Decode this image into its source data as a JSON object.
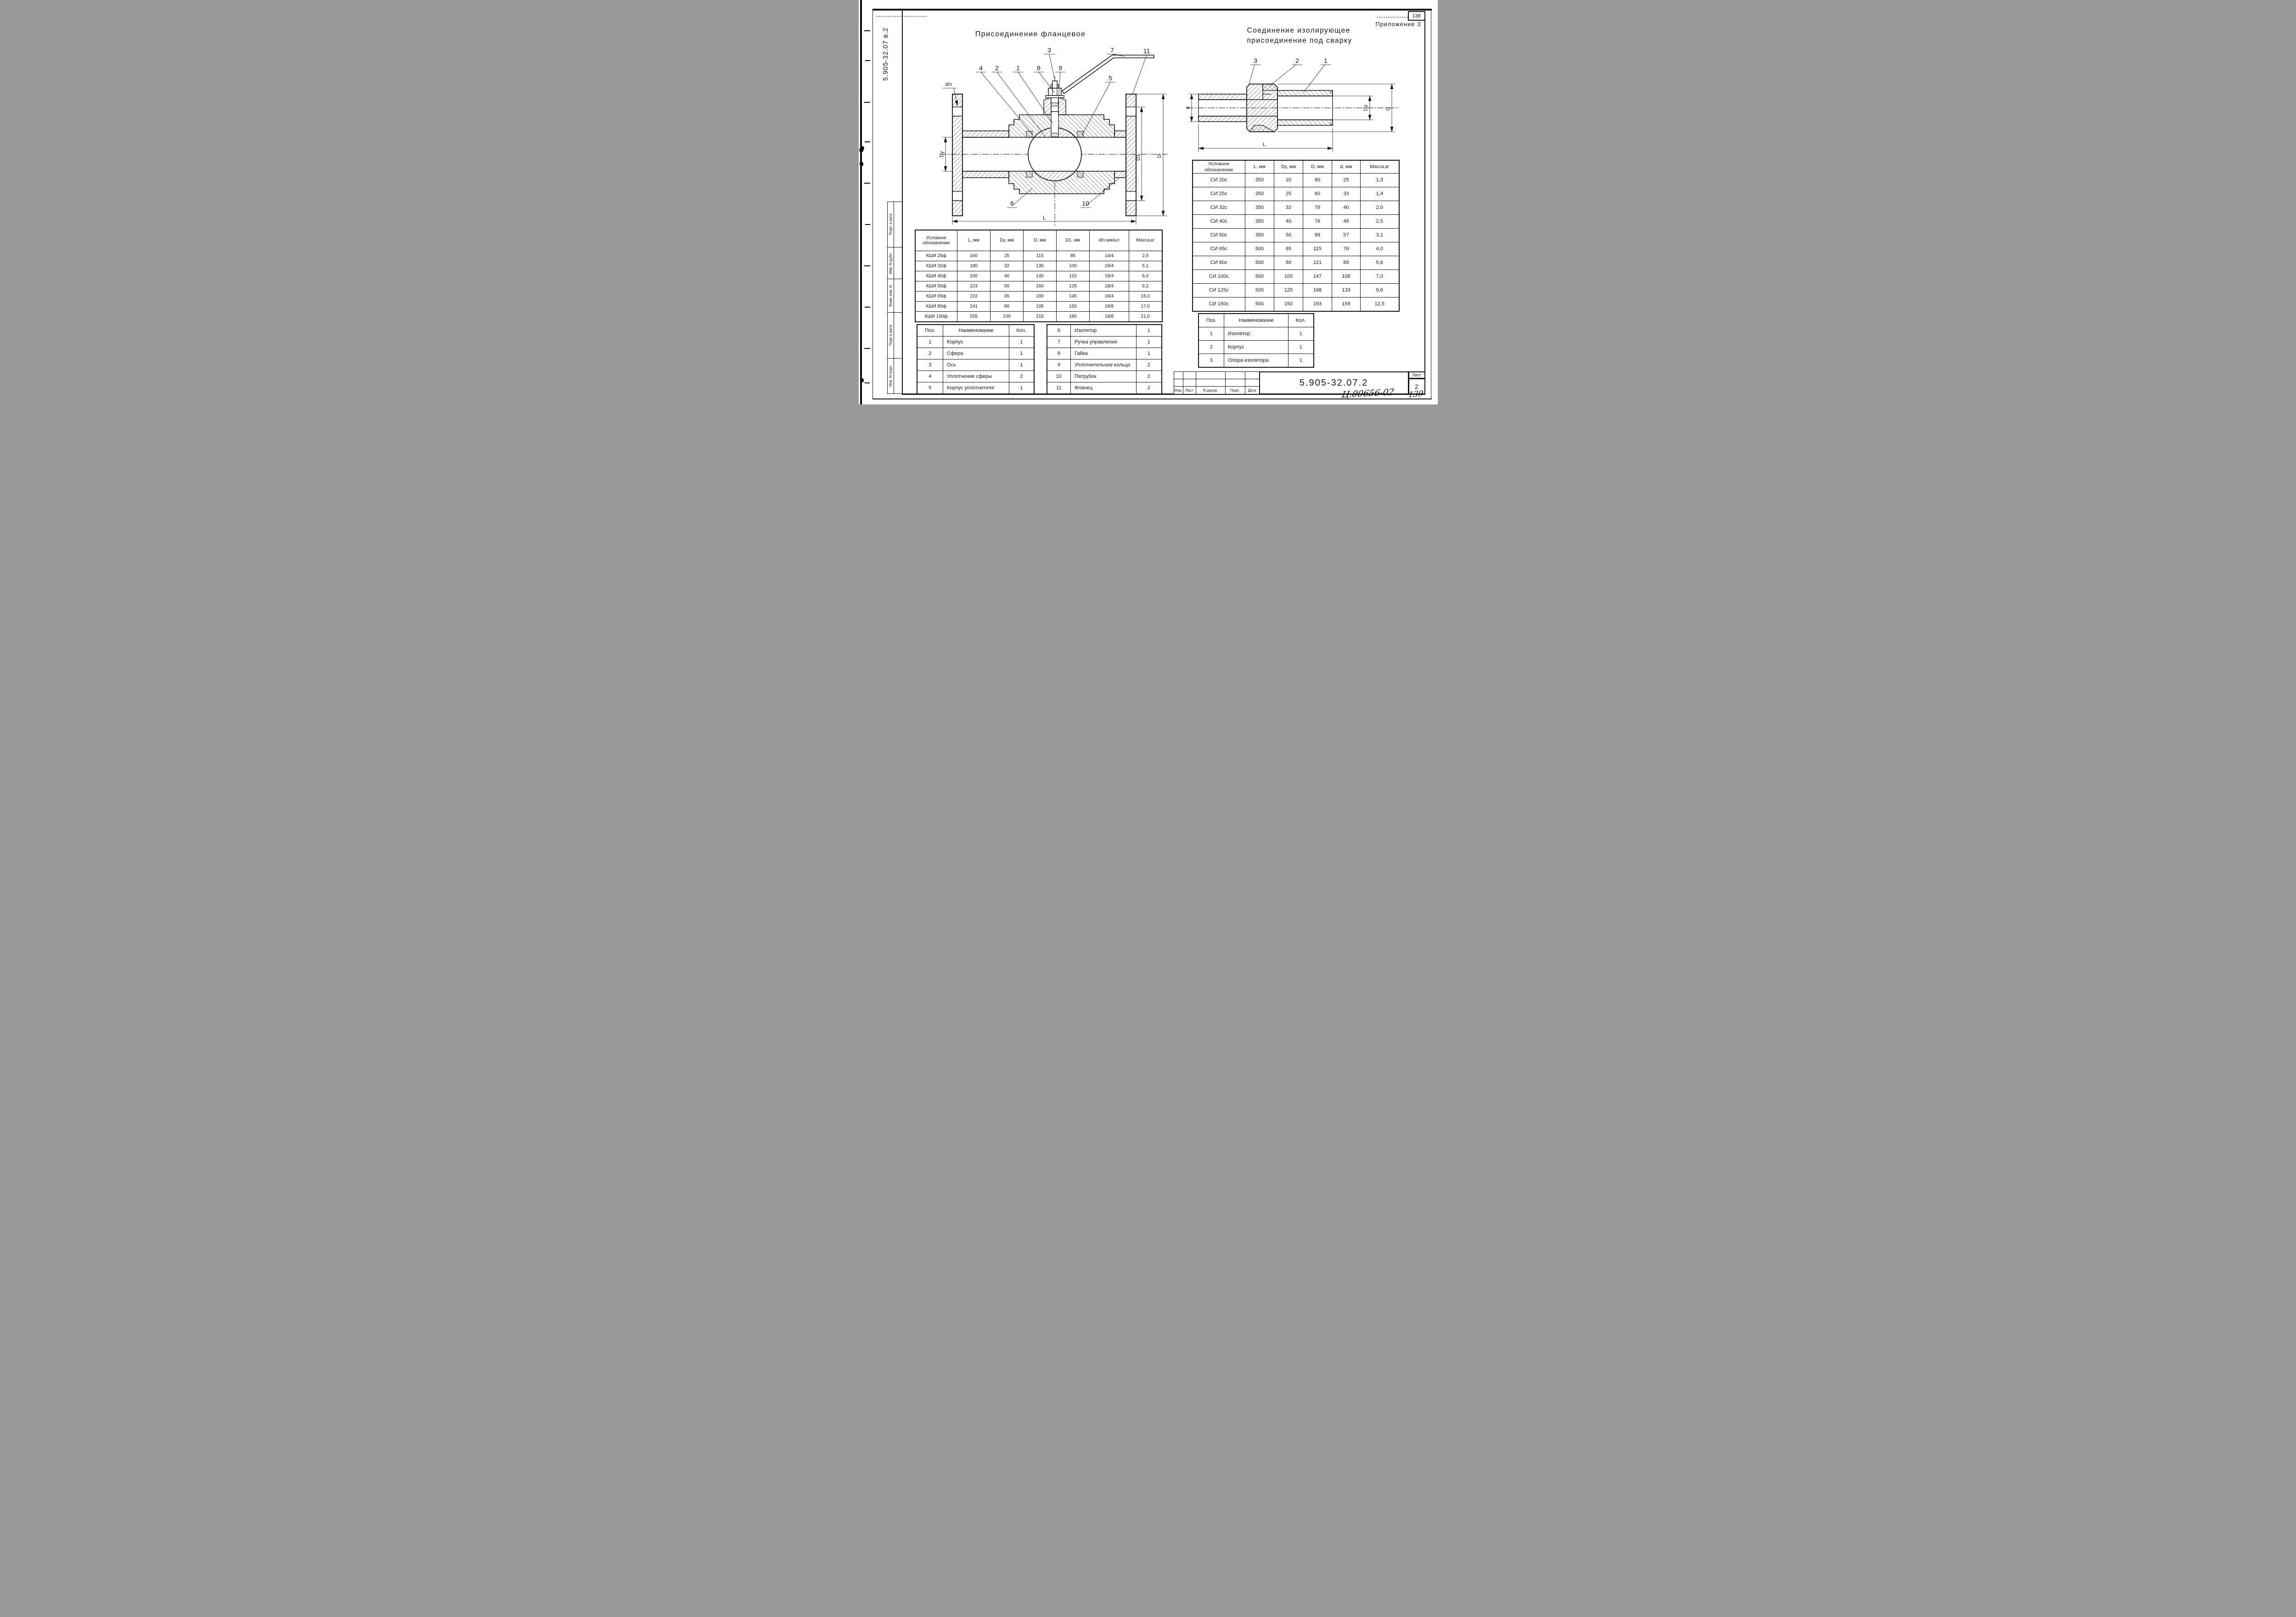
{
  "page": {
    "page_number": "138",
    "appendix": "Приложение 3",
    "margin_doc_number": "5.905-32.07 в.2",
    "margin_stamps": [
      "Подп. и дата",
      "Инв. N дубл.",
      "Взам. инв. N",
      "Подп и дата",
      "Инв. N подл."
    ]
  },
  "flange_section": {
    "title": "Присоединение фланцевое",
    "callouts": [
      "1",
      "2",
      "3",
      "4",
      "5",
      "6",
      "7",
      "8",
      "9",
      "10",
      "11"
    ],
    "dim_labels": {
      "dn": "d/n",
      "dy": "Dy",
      "d1": "D1",
      "d": "D",
      "l": "L"
    },
    "table": {
      "headers": [
        "Условное обозначение",
        "L, мм",
        "Dy, мм",
        "D, мм",
        "D1, мм",
        "d/n,мм/шт",
        "Масса,кг"
      ],
      "rows": [
        [
          "КШИ 25ф",
          "160",
          "25",
          "115",
          "85",
          "14/4",
          "2,5"
        ],
        [
          "КШИ 32ф",
          "180",
          "32",
          "135",
          "100",
          "18/4",
          "5,1"
        ],
        [
          "КШИ 40ф",
          "200",
          "40",
          "145",
          "110",
          "18/4",
          "6,0"
        ],
        [
          "КШИ 50ф",
          "223",
          "50",
          "160",
          "125",
          "18/4",
          "9,2"
        ],
        [
          "КШИ 65ф",
          "222",
          "65",
          "180",
          "145",
          "18/4",
          "15,0"
        ],
        [
          "КШИ 80ф",
          "241",
          "80",
          "195",
          "150",
          "18/8",
          "17,0"
        ],
        [
          "КШИ 100ф",
          "255",
          "100",
          "215",
          "180",
          "18/8",
          "21,0"
        ]
      ]
    },
    "parts": {
      "headers": [
        "Поз.",
        "Наименование",
        "Кол."
      ],
      "rows": [
        [
          "1",
          "Корпус",
          "1"
        ],
        [
          "2",
          "Сфера",
          "1"
        ],
        [
          "3",
          "Ось",
          "1"
        ],
        [
          "4",
          "Уплотнение сферы",
          "2"
        ],
        [
          "5",
          "Корпус уплотнителя",
          "1"
        ]
      ]
    },
    "parts2": {
      "rows": [
        [
          "6",
          "Изолятор",
          "1"
        ],
        [
          "7",
          "Ручка управления",
          "1"
        ],
        [
          "8",
          "Гайка",
          "1"
        ],
        [
          "9",
          "Уплотнительное кольцо",
          "2"
        ],
        [
          "10",
          "Патрубок",
          "2"
        ],
        [
          "11",
          "Фланец",
          "2"
        ]
      ]
    }
  },
  "weld_section": {
    "title_line1": "Соединение изолирующее",
    "title_line2": "присоединение под сварку",
    "callouts": [
      "1",
      "2",
      "3"
    ],
    "dim_labels": {
      "d": "d",
      "dy": "Dy",
      "big_d": "D",
      "l": "L"
    },
    "table": {
      "headers": [
        "Условное обозначение",
        "L, мм",
        "Dy, мм",
        "D, мм",
        "d, мм",
        "Масса,кг"
      ],
      "rows": [
        [
          "СИ 20с",
          "350",
          "20",
          "60",
          "25",
          "1,3"
        ],
        [
          "СИ 25с",
          "350",
          "25",
          "60",
          "33",
          "1,4"
        ],
        [
          "СИ 32с",
          "350",
          "32",
          "76",
          "40",
          "2,0"
        ],
        [
          "СИ 40с",
          "350",
          "40",
          "76",
          "48",
          "2,5"
        ],
        [
          "СИ 50с",
          "350",
          "50",
          "89",
          "57",
          "3,1"
        ],
        [
          "СИ 65с",
          "500",
          "65",
          "115",
          "76",
          "4,0"
        ],
        [
          "СИ 80с",
          "500",
          "80",
          "121",
          "89",
          "5,6"
        ],
        [
          "СИ 100с",
          "500",
          "100",
          "147",
          "108",
          "7,0"
        ],
        [
          "СИ 125с",
          "500",
          "125",
          "168",
          "133",
          "9,6"
        ],
        [
          "СИ 150с",
          "500",
          "150",
          "193",
          "159",
          "12,5"
        ]
      ]
    },
    "parts": {
      "headers": [
        "Поз.",
        "Наименование",
        "Кол."
      ],
      "rows": [
        [
          "1",
          "Изолятор",
          "1"
        ],
        [
          "2",
          "Корпус",
          "1"
        ],
        [
          "3",
          "Опора изолятора",
          "1"
        ]
      ]
    }
  },
  "title_block": {
    "columns": [
      "Изм.",
      "Лист",
      "N  докум.",
      "Подп.",
      "Дата"
    ],
    "doc_number": "5.905-32.07.2",
    "sheet_label": "Лист",
    "sheet_number": "2",
    "handwritten_left": "Ц.00656-02",
    "handwritten_right": "139"
  }
}
